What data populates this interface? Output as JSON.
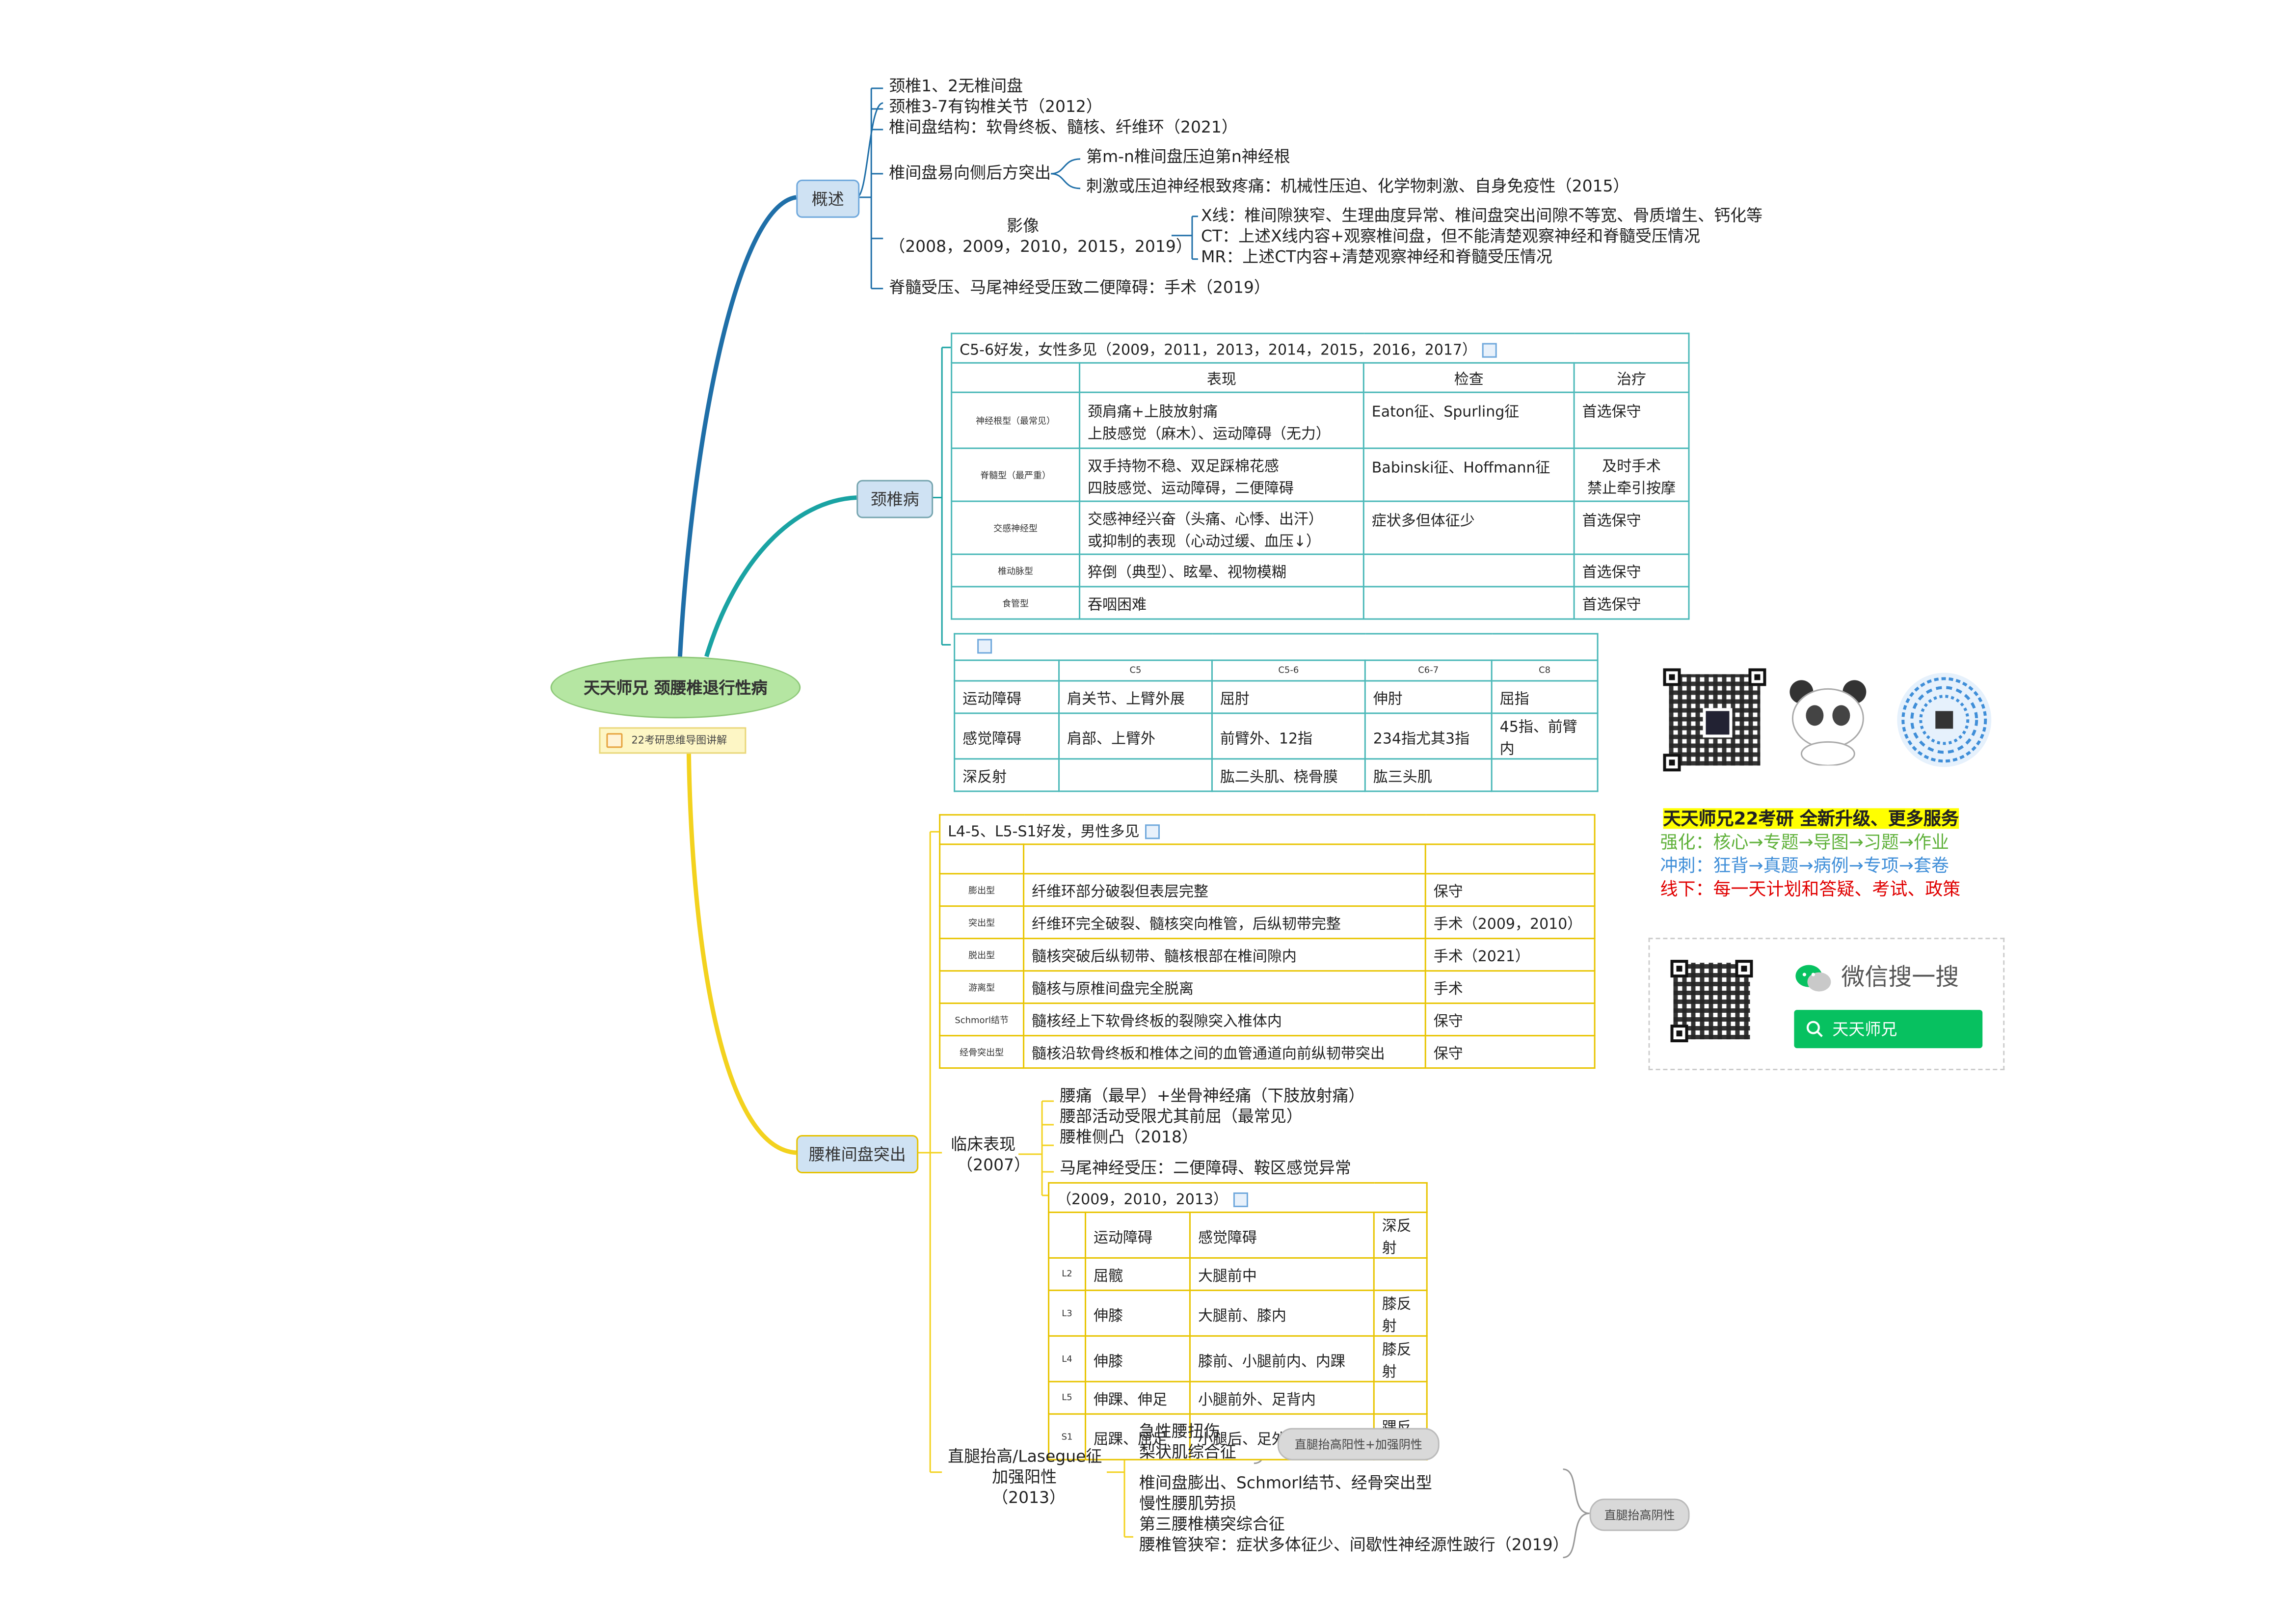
{
  "root": {
    "title": "天天师兄 颈腰椎退行性病",
    "note": "22考研思维导图讲解"
  },
  "overview": {
    "label": "概述",
    "items": [
      "颈椎1、2无椎间盘",
      "颈椎3-7有钩椎关节（2012）",
      "椎间盘结构：软骨终板、髓核、纤维环（2021）"
    ],
    "prolapse": {
      "label": "椎间盘易向侧后方突出",
      "children": [
        "第m-n椎间盘压迫第n神经根",
        "刺激或压迫神经根致疼痛：机械性压迫、化学物刺激、自身免疫性（2015）"
      ]
    },
    "imaging": {
      "label": "影像",
      "years": "（2008，2009，2010，2015，2019）",
      "children": [
        "X线：椎间隙狭窄、生理曲度异常、椎间盘突出间隙不等宽、骨质增生、钙化等",
        "CT：上述X线内容+观察椎间盘，但不能清楚观察神经和脊髓受压情况",
        "MR：上述CT内容+清楚观察神经和脊髓受压情况"
      ]
    },
    "last": "脊髓受压、马尾神经受压致二便障碍：手术（2019）"
  },
  "cervical": {
    "label": "颈椎病",
    "caption": "C5-6好发，女性多见（2009，2011，2013，2014，2015，2016，2017）",
    "headers": [
      "",
      "表现",
      "检查",
      "治疗"
    ],
    "rows": [
      {
        "type": "神经根型（最常见）",
        "sign": [
          "颈肩痛+上肢放射痛",
          "上肢感觉（麻木）、运动障碍（无力）"
        ],
        "exam": "Eaton征、Spurling征",
        "treat": [
          "首选保守"
        ]
      },
      {
        "type": "脊髓型（最严重）",
        "sign": [
          "双手持物不稳、双足踩棉花感",
          "四肢感觉、运动障碍，二便障碍"
        ],
        "exam": "Babinski征、Hoffmann征",
        "treat": [
          "及时手术",
          "禁止牵引按摩"
        ]
      },
      {
        "type": "交感神经型",
        "sign": [
          "交感神经兴奋（头痛、心悸、出汗）",
          "或抑制的表现（心动过缓、血压↓）"
        ],
        "exam": "症状多但体征少",
        "treat": [
          "首选保守"
        ]
      },
      {
        "type": "椎动脉型",
        "sign": [
          "猝倒（典型）、眩晕、视物模糊"
        ],
        "exam": "",
        "treat": [
          "首选保守"
        ]
      },
      {
        "type": "食管型",
        "sign": [
          "吞咽困难"
        ],
        "exam": "",
        "treat": [
          "首选保守"
        ]
      }
    ],
    "root_table": {
      "headers": [
        "",
        "C5",
        "C5-6",
        "C6-7",
        "C8"
      ],
      "rows": [
        [
          "运动障碍",
          "肩关节、上臂外展",
          "屈肘",
          "伸肘",
          "屈指"
        ],
        [
          "感觉障碍",
          "肩部、上臂外",
          "前臂外、12指",
          "234指尤其3指",
          "45指、前臂内"
        ],
        [
          "深反射",
          "",
          "肱二头肌、桡骨膜",
          "肱三头肌",
          ""
        ]
      ]
    }
  },
  "lumbar": {
    "label": "腰椎间盘突出",
    "caption": "L4-5、L5-S1好发，男性多见",
    "rows": [
      {
        "type": "膨出型",
        "desc": "纤维环部分破裂但表层完整",
        "treat": "保守"
      },
      {
        "type": "突出型",
        "desc": "纤维环完全破裂、髓核突向椎管，后纵韧带完整",
        "treat": "手术（2009，2010）"
      },
      {
        "type": "脱出型",
        "desc": "髓核突破后纵韧带、髓核根部在椎间隙内",
        "treat": "手术（2021）"
      },
      {
        "type": "游离型",
        "desc": "髓核与原椎间盘完全脱离",
        "treat": "手术"
      },
      {
        "type": "Schmorl结节",
        "desc": "髓核经上下软骨终板的裂隙突入椎体内",
        "treat": "保守"
      },
      {
        "type": "经骨突出型",
        "desc": "髓核沿软骨终板和椎体之间的血管通道向前纵韧带突出",
        "treat": "保守"
      }
    ],
    "clinical": {
      "label": "临床表现",
      "year": "（2007）",
      "items": [
        "腰痛（最早）+坐骨神经痛（下肢放射痛）",
        "腰部活动受限尤其前屈（最常见）",
        "腰椎侧凸（2018）",
        "马尾神经受压：二便障碍、鞍区感觉异常"
      ],
      "table": {
        "caption": "（2009，2010，2013）",
        "headers": [
          "",
          "运动障碍",
          "感觉障碍",
          "深反射"
        ],
        "rows": [
          [
            "L2",
            "屈髋",
            "大腿前中",
            ""
          ],
          [
            "L3",
            "伸膝",
            "大腿前、膝内",
            "膝反射"
          ],
          [
            "L4",
            "伸膝",
            "膝前、小腿前内、内踝",
            "膝反射"
          ],
          [
            "L5",
            "伸踝、伸足",
            "小腿前外、足背内",
            ""
          ],
          [
            "S1",
            "屈踝、屈足",
            "小腿后、足外、外踝",
            "踝反射"
          ]
        ]
      }
    },
    "slr": {
      "label": "直腿抬高/Lasegue征",
      "sub": "加强阳性",
      "year": "（2013）",
      "group1": [
        "急性腰扭伤",
        "梨状肌综合征"
      ],
      "tag1": "直腿抬高阳性+加强阴性",
      "group2": [
        "椎间盘膨出、Schmorl结节、经骨突出型",
        "慢性腰肌劳损",
        "第三腰椎横突综合征",
        "腰椎管狭窄：症状多体征少、间歇性神经源性跛行（2019）"
      ],
      "tag2": "直腿抬高阴性"
    }
  },
  "promo": {
    "headline": "天天师兄22考研  全新升级、更多服务",
    "line2_head": "强化：",
    "line2_body": "核心→专题→导图→习题→作业",
    "line3_head": "冲刺：",
    "line3_body": "狂背→真题→病例→专项→套卷",
    "line4": "线下：每一天计划和答疑、考试、政策",
    "search_title": "微信搜一搜",
    "search_value": "天天师兄",
    "colors": {
      "headline_bg": "#ffff00",
      "green": "#5fb13a",
      "blue": "#3f8ed8",
      "red": "#e00000",
      "wechat": "#07c160"
    }
  }
}
